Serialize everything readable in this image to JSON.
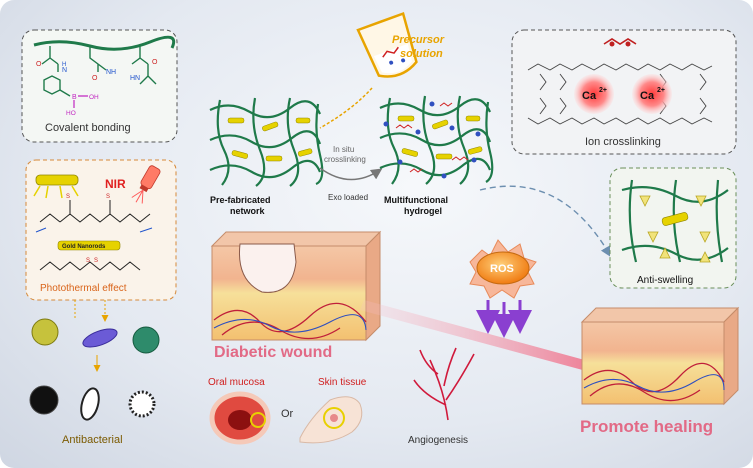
{
  "labels": {
    "covalent_bonding": "Covalent bonding",
    "precursor_line1": "Precursor",
    "precursor_line2": "solution",
    "ion_crosslinking": "Ion crosslinking",
    "ca1": "Ca",
    "ca2": "Ca",
    "ca_charge": "2+",
    "nir": "NIR",
    "gold_nanorods": "Gold Nanorods",
    "photothermal": "Photothermal  effect",
    "in_situ_line1": "In situ",
    "in_situ_line2": "crosslinking",
    "exo_loaded": "Exo loaded",
    "prefab_line1": "Pre-fabricated",
    "prefab_line2": "network",
    "multi_line1": "Multifunctional",
    "multi_line2": "hydrogel",
    "ros": "ROS",
    "anti_swelling": "Anti-swelling",
    "diabetic_wound": "Diabetic wound",
    "oral_mucosa": "Oral mucosa",
    "or": "Or",
    "skin_tissue": "Skin tissue",
    "angiogenesis": "Angiogenesis",
    "promote_healing": "Promote healing",
    "antibacterial": "Antibacterial",
    "atom_n": "N",
    "atom_h": "H",
    "atom_o": "O",
    "atom_b": "B",
    "atom_nh2": "NH",
    "atom_oh": "OH",
    "atom_ho": "HO",
    "atom_s": "S",
    "atom_hn": "HN"
  },
  "colors": {
    "accent_orange": "#e8a400",
    "pink_title": "#e26a86",
    "ros_orange": "#f08a1c",
    "purple_arrow": "#8a3fd0",
    "network_green": "#1f7a4a",
    "nanorod_yellow": "#e6d200",
    "boron_magenta": "#c026c0"
  }
}
